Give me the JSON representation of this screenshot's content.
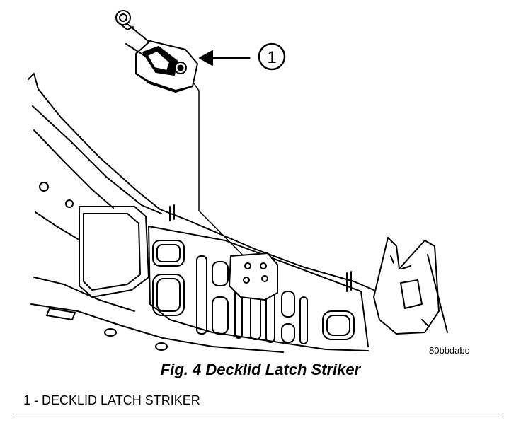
{
  "figure": {
    "callout_number": "1",
    "reference_code": "80bbdabc",
    "caption": "Fig. 4 Decklid Latch Striker"
  },
  "legend": {
    "items": [
      {
        "text": "1 - DECKLID LATCH STRIKER"
      }
    ]
  }
}
